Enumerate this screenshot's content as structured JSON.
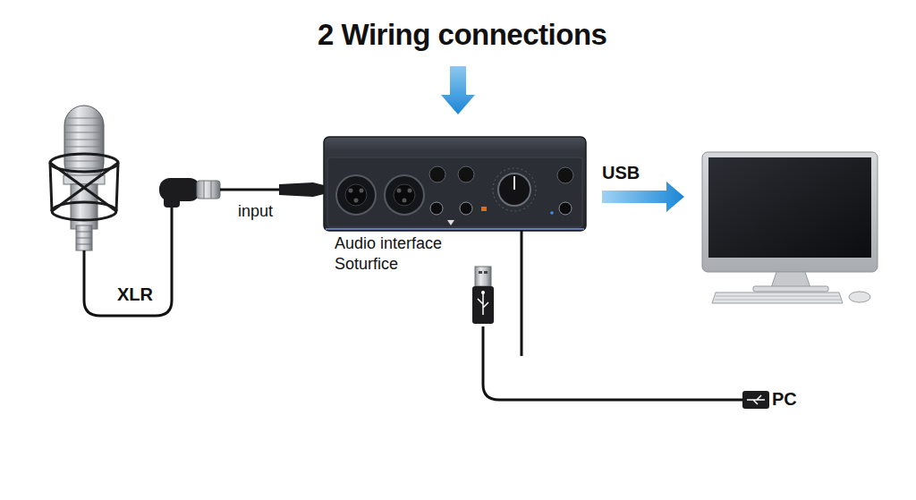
{
  "diagram": {
    "title": "2 Wiring connections",
    "nodes": [
      {
        "text": [
          "Audio interface Soturfice"
        ]
      }
    ],
    "labels": [
      "input",
      "XLR",
      "USB",
      "PC"
    ]
  }
}
